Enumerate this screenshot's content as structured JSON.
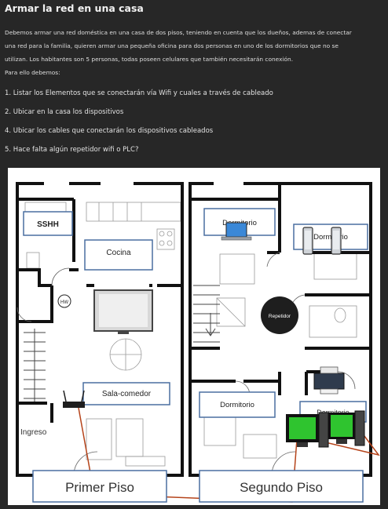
{
  "title": "Armar la red en una casa",
  "description": {
    "line1": "Debemos armar una red doméstica en una casa de dos pisos, teniendo en cuenta que los dueños, ademas de conectar",
    "line2": "una red para la familia, quieren armar una pequeña oficina para dos personas en uno de los dormitorios que no se",
    "line3": "utilizan. Los habitantes son 5 personas, todas poseen celulares que también necesitarán conexión.",
    "line4": "Para ello debemos:"
  },
  "tasks": [
    "1. Listar los Elementos que se conectarán vía Wifi y cuales a través de cableado",
    "2. Ubicar en la casa los dispositivos",
    "4. Ubicar los cables que conectarán los dispositivos cableados",
    "5. Hace falta algún repetidor wifi o PLC?"
  ],
  "floorplan": {
    "labels": {
      "sshh": "SSHH",
      "cocina": "Cocina",
      "sala": "Sala-comedor",
      "ingreso": "Ingreso",
      "hw": "HW",
      "dormitorio_a": "Dormitorio",
      "dormitorio_b": "Dormitorio",
      "dormitorio_c": "Dormitorio",
      "dormitorio_d": "Dormitorio",
      "repetidor": "Repetidor",
      "primer_piso": "Primer Piso",
      "segundo_piso": "Segundo Piso"
    },
    "colors": {
      "cable": "#b5431a",
      "label_border": "#4a6fa0",
      "monitor_screen": "#2fc42f",
      "repeater": "#1e1e1e"
    }
  }
}
